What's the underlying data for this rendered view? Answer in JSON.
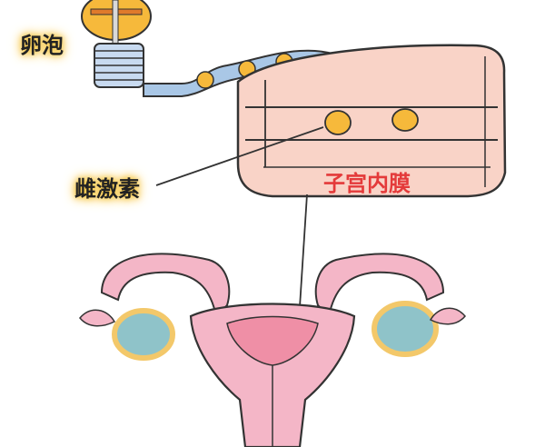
{
  "labels": {
    "follicle": "卵泡",
    "estrogen": "雌激素",
    "endometrium": "子宫内膜"
  },
  "colors": {
    "endometrium_fill": "#f9d3c7",
    "outline": "#333333",
    "follicle_yellow": "#f6b93b",
    "tube_blue": "#a9c7e6",
    "ovary_teal": "#8fc3c9",
    "uterus_pink": "#f4b6c7",
    "label_red": "#e43a3a",
    "highlight_yellow": "#f7c94c"
  }
}
